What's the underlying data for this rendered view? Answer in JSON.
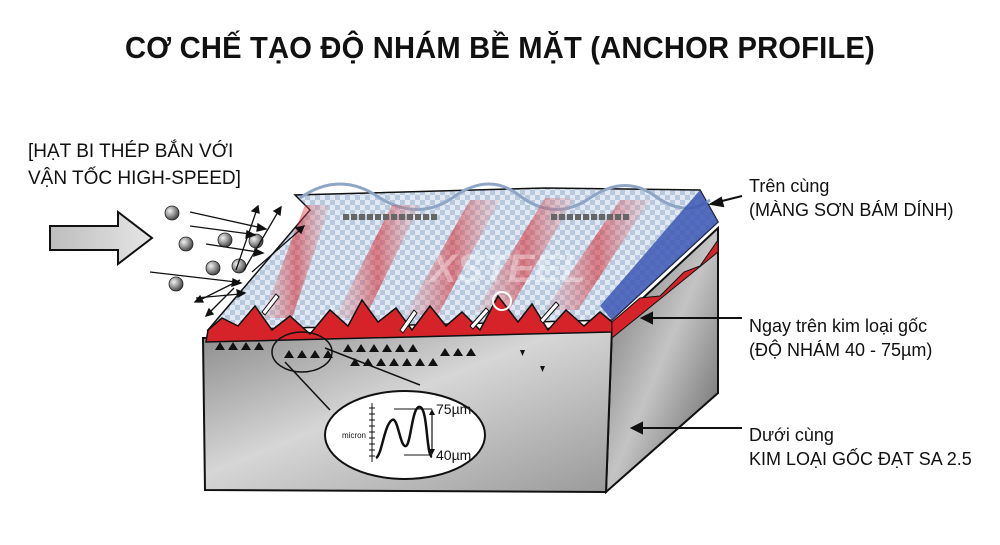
{
  "title": "CƠ CHẾ TẠO ĐỘ NHÁM BỀ MẶT (ANCHOR PROFILE)",
  "shot_label": {
    "line1": "[HẠT BI THÉP BẮN VỚI",
    "line2": "VẬN TỐC HIGH-SPEED]"
  },
  "layers": {
    "top": {
      "line1": "Trên cùng",
      "line2": "(MÀNG SƠN BÁM DÍNH)"
    },
    "middle": {
      "line1": "Ngay trên kim loại gốc",
      "line2": "(ĐỘ NHÁM 40 - 75µm)"
    },
    "bottom": {
      "line1": "Dưới cùng",
      "line2": "KIM LOẠI GỐC ĐẠT SA 2.5"
    }
  },
  "inset": {
    "peak_label": "75µm",
    "valley_label": "40µm",
    "axis_label": "micron"
  },
  "watermark": "XSTEEL",
  "colors": {
    "coating": "#c9d7ea",
    "primer": "#3c57b4",
    "profile": "#d6232a",
    "steel": "#b9b9b9",
    "steel_dark": "#7e7e7e"
  }
}
